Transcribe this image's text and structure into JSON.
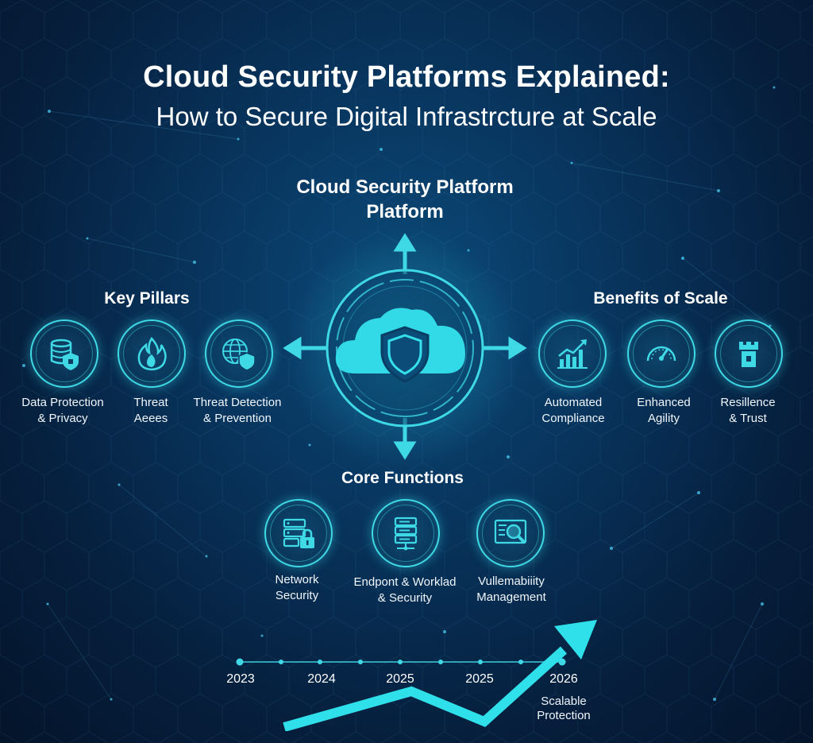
{
  "header": {
    "title": "Cloud Security Platforms Explained:",
    "subtitle": "How to Secure Digital Infrastrcture at Scale"
  },
  "center": {
    "title_line1": "Cloud Security Platform",
    "title_line2": "Platform",
    "icon": "cloud-shield-icon"
  },
  "key_pillars": {
    "title": "Key Pillars",
    "items": [
      {
        "line1": "Data Protection",
        "line2": "& Privacy",
        "icon": "database-shield-icon"
      },
      {
        "line1": "Threat",
        "line2": "Aeees",
        "icon": "flame-icon"
      },
      {
        "line1": "Threat Detection",
        "line2": "& Prevention",
        "icon": "globe-shield-icon"
      }
    ]
  },
  "benefits": {
    "title": "Benefits of Scale",
    "items": [
      {
        "line1": "Automated",
        "line2": "Compliance",
        "icon": "growth-chart-icon"
      },
      {
        "line1": "Enhanced",
        "line2": "Agility",
        "icon": "speedometer-icon"
      },
      {
        "line1": "Resillence",
        "line2": "& Trust",
        "icon": "castle-tower-icon"
      }
    ]
  },
  "core_functions": {
    "title": "Core Functions",
    "items": [
      {
        "line1": "Network",
        "line2": "Security",
        "icon": "server-lock-icon"
      },
      {
        "line1": "Endpont & Worklad",
        "line2": "& Security",
        "icon": "server-rack-icon"
      },
      {
        "line1": "Vullemabiiity",
        "line2": "Management",
        "icon": "magnifier-screen-icon"
      }
    ]
  },
  "timeline": {
    "years": [
      "2023",
      "2024",
      "2025",
      "2025",
      "2026"
    ],
    "caption_line1": "Scalable",
    "caption_line2": "Protection"
  },
  "colors": {
    "accent": "#3fd9e6",
    "background_dark": "#04142a",
    "background_mid": "#0b4a78",
    "text": "#ffffff"
  }
}
